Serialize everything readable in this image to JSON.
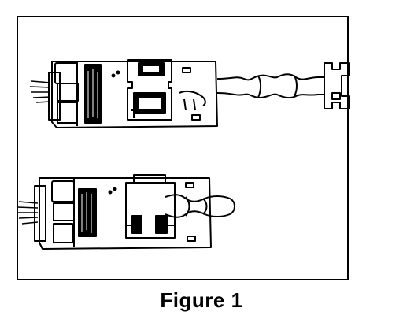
{
  "figure": {
    "caption": "Figure 1",
    "line_color": "#000000",
    "background_color": "#ffffff",
    "components": [
      {
        "id": "upper-module",
        "description_visible": false
      },
      {
        "id": "lower-module",
        "description_visible": false
      }
    ]
  }
}
